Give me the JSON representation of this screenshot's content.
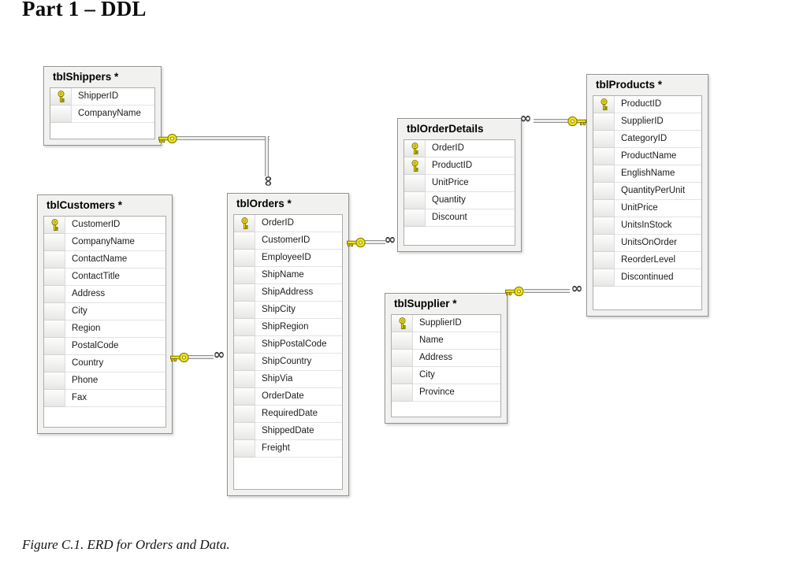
{
  "title": "Part 1 – DDL",
  "caption": "Figure C.1. ERD for Orders and Data.",
  "diagram": {
    "infinity_glyph": "∞",
    "colors": {
      "key_fill": "#f2e410",
      "key_stroke": "#7c7400",
      "table_background": "#f1f1ef",
      "table_border": "#8f8f8f",
      "connector_line": "#8f8f8f",
      "row_background": "#ffffff"
    },
    "tables": [
      {
        "id": "tblshippers",
        "name": "tblShippers *",
        "fields": [
          {
            "name": "ShipperID",
            "key": true
          },
          {
            "name": "CompanyName",
            "key": false
          }
        ]
      },
      {
        "id": "tblcustomers",
        "name": "tblCustomers *",
        "fields": [
          {
            "name": "CustomerID",
            "key": true
          },
          {
            "name": "CompanyName",
            "key": false
          },
          {
            "name": "ContactName",
            "key": false
          },
          {
            "name": "ContactTitle",
            "key": false
          },
          {
            "name": "Address",
            "key": false
          },
          {
            "name": "City",
            "key": false
          },
          {
            "name": "Region",
            "key": false
          },
          {
            "name": "PostalCode",
            "key": false
          },
          {
            "name": "Country",
            "key": false
          },
          {
            "name": "Phone",
            "key": false
          },
          {
            "name": "Fax",
            "key": false
          }
        ]
      },
      {
        "id": "tblorders",
        "name": "tblOrders *",
        "fields": [
          {
            "name": "OrderID",
            "key": true
          },
          {
            "name": "CustomerID",
            "key": false
          },
          {
            "name": "EmployeeID",
            "key": false
          },
          {
            "name": "ShipName",
            "key": false
          },
          {
            "name": "ShipAddress",
            "key": false
          },
          {
            "name": "ShipCity",
            "key": false
          },
          {
            "name": "ShipRegion",
            "key": false
          },
          {
            "name": "ShipPostalCode",
            "key": false
          },
          {
            "name": "ShipCountry",
            "key": false
          },
          {
            "name": "ShipVia",
            "key": false
          },
          {
            "name": "OrderDate",
            "key": false
          },
          {
            "name": "RequiredDate",
            "key": false
          },
          {
            "name": "ShippedDate",
            "key": false
          },
          {
            "name": "Freight",
            "key": false
          }
        ]
      },
      {
        "id": "tblorderdetails",
        "name": "tblOrderDetails",
        "fields": [
          {
            "name": "OrderID",
            "key": true
          },
          {
            "name": "ProductID",
            "key": true
          },
          {
            "name": "UnitPrice",
            "key": false
          },
          {
            "name": "Quantity",
            "key": false
          },
          {
            "name": "Discount",
            "key": false
          }
        ]
      },
      {
        "id": "tblproducts",
        "name": "tblProducts *",
        "fields": [
          {
            "name": "ProductID",
            "key": true
          },
          {
            "name": "SupplierID",
            "key": false
          },
          {
            "name": "CategoryID",
            "key": false
          },
          {
            "name": "ProductName",
            "key": false
          },
          {
            "name": "EnglishName",
            "key": false
          },
          {
            "name": "QuantityPerUnit",
            "key": false
          },
          {
            "name": "UnitPrice",
            "key": false
          },
          {
            "name": "UnitsInStock",
            "key": false
          },
          {
            "name": "UnitsOnOrder",
            "key": false
          },
          {
            "name": "ReorderLevel",
            "key": false
          },
          {
            "name": "Discontinued",
            "key": false
          }
        ]
      },
      {
        "id": "tblsupplier",
        "name": "tblSupplier *",
        "fields": [
          {
            "name": "SupplierID",
            "key": true
          },
          {
            "name": "Name",
            "key": false
          },
          {
            "name": "Address",
            "key": false
          },
          {
            "name": "City",
            "key": false
          },
          {
            "name": "Province",
            "key": false
          }
        ]
      }
    ],
    "relationships": [
      {
        "from": "tblShippers",
        "to": "tblOrders",
        "type": "one-to-many",
        "from_symbol": "key",
        "to_symbol": "infinity"
      },
      {
        "from": "tblCustomers",
        "to": "tblOrders",
        "type": "one-to-many",
        "from_symbol": "key",
        "to_symbol": "infinity"
      },
      {
        "from": "tblOrders",
        "to": "tblOrderDetails",
        "type": "one-to-many",
        "from_symbol": "key",
        "to_symbol": "infinity"
      },
      {
        "from": "tblProducts",
        "to": "tblOrderDetails",
        "type": "one-to-many",
        "from_symbol": "key",
        "to_symbol": "infinity"
      },
      {
        "from": "tblSupplier",
        "to": "tblProducts",
        "type": "one-to-many",
        "from_symbol": "key",
        "to_symbol": "infinity"
      }
    ]
  }
}
